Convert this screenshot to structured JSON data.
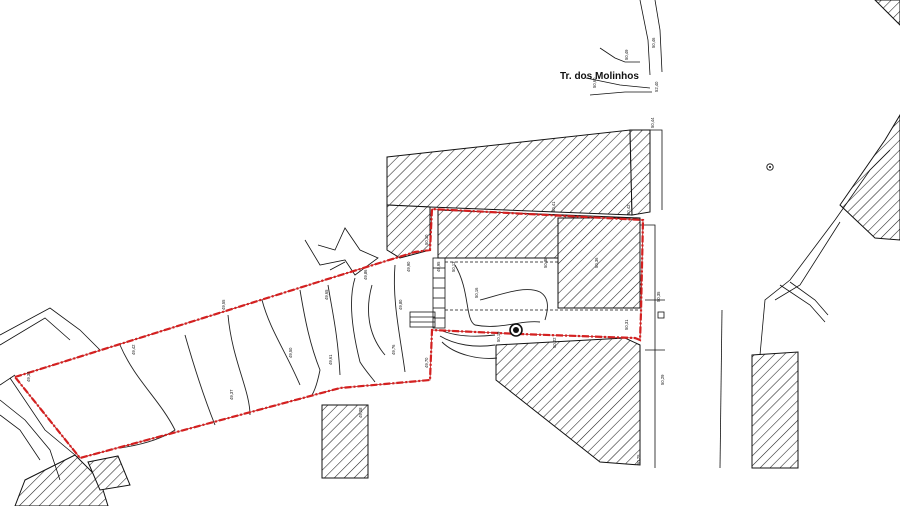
{
  "street": {
    "name": "Tr. dos Molinhos"
  },
  "colors": {
    "boundary": "#d42020",
    "linework": "#111111",
    "background": "#ffffff"
  },
  "icons": {
    "manhole": "manhole-icon",
    "survey_point": "survey-point-icon"
  },
  "elevations": [
    "50,60",
    "50,49",
    "50,46",
    "52,40",
    "50,44",
    "50,42",
    "50,41",
    "50,38",
    "50,36",
    "50,35",
    "50,31",
    "50,29",
    "50,25",
    "50,22",
    "50,19",
    "50,16",
    "50,13",
    "50,10",
    "49,95",
    "49,90",
    "49,86",
    "49,80",
    "49,76",
    "49,70",
    "49,65",
    "49,61",
    "49,55",
    "49,50",
    "49,42",
    "49,37",
    "49,33",
    "49,28"
  ]
}
